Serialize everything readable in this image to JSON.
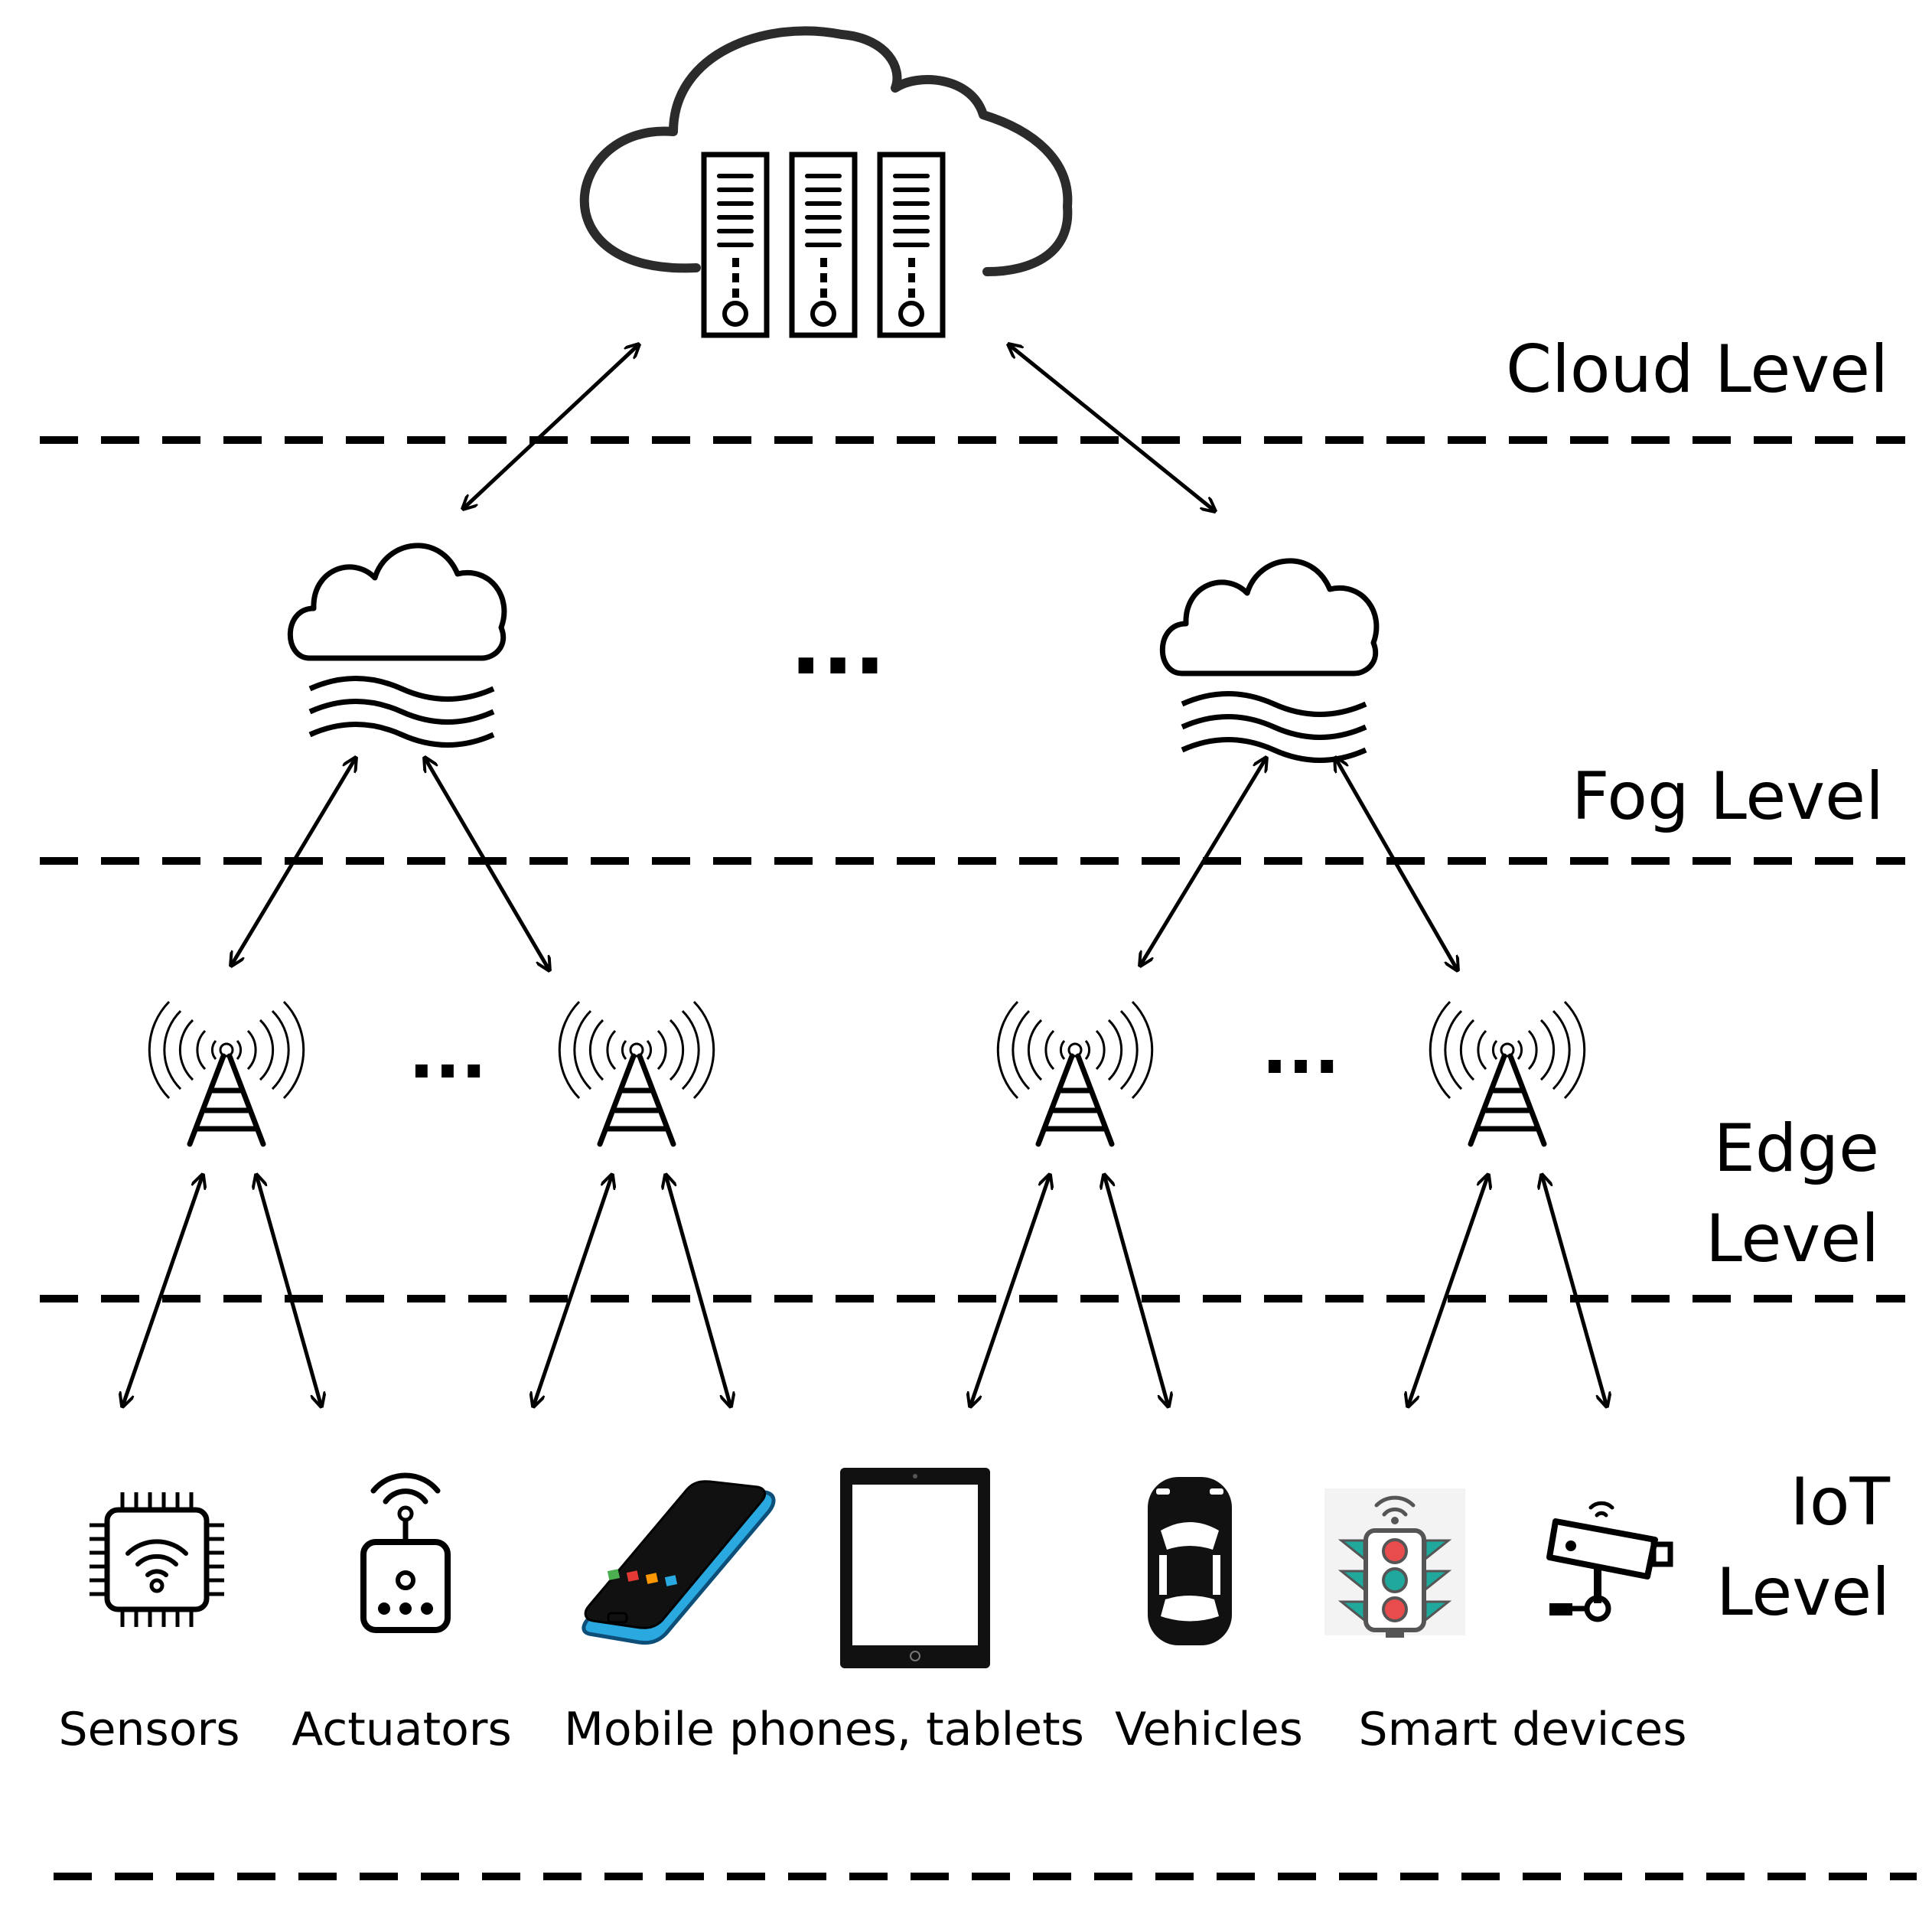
{
  "levels": {
    "cloud": "Cloud Level",
    "fog": "Fog Level",
    "edge_line1": "Edge",
    "edge_line2": "Level",
    "iot_line1": "IoT",
    "iot_line2": "Level"
  },
  "ellipsis": "...",
  "devices": {
    "sensors": "Sensors",
    "actuators": "Actuators",
    "mobile": "Mobile phones, tablets",
    "vehicles": "Vehicles",
    "smart": "Smart devices"
  },
  "colors": {
    "stroke": "#000000",
    "phone_blue": "#29a9e0",
    "traffic_teal": "#1fa89b",
    "traffic_red": "#e84c4c"
  }
}
